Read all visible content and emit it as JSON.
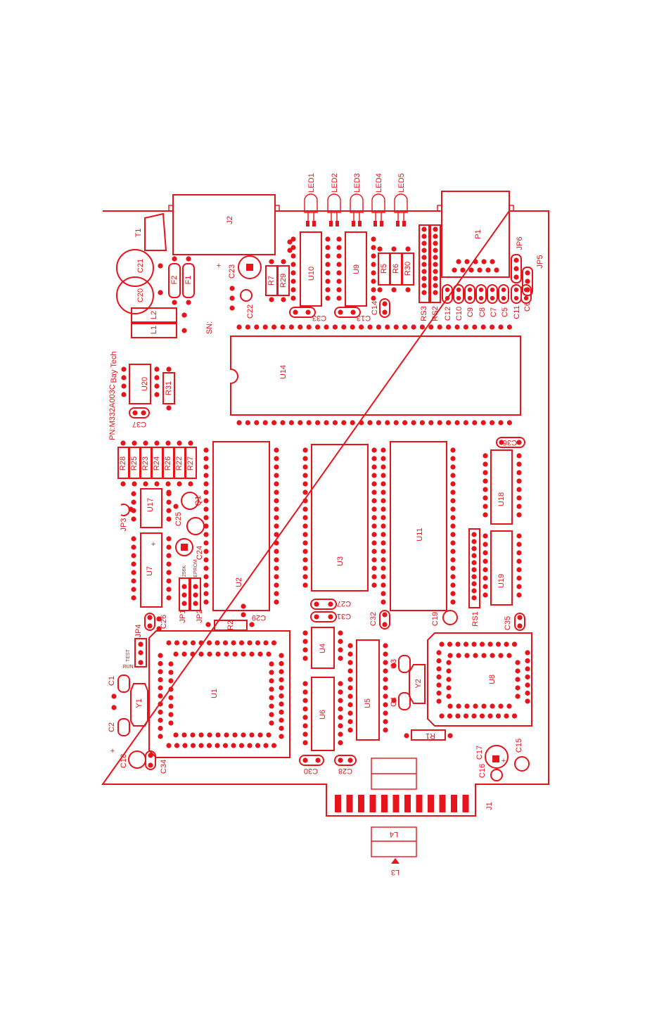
{
  "labels": {
    "T1": "T1",
    "J2": "J2",
    "LED1": "LED1",
    "LED2": "LED2",
    "LED3": "LED3",
    "LED4": "LED4",
    "LED5": "LED5",
    "P1": "P1",
    "JP6": "JP6",
    "JP5": "JP5",
    "C21": "C21",
    "C20": "C20",
    "F2": "F2",
    "F1": "F1",
    "C23": "C23",
    "C22": "C22",
    "R7": "R7",
    "R29": "R29",
    "U10": "U10",
    "U9": "U9",
    "R5": "R5",
    "R6": "R6",
    "R30": "R30",
    "RS3": "RS3",
    "RS2": "RS2",
    "C12": "C12",
    "C10": "C10",
    "C9": "C9",
    "C8": "C8",
    "C7": "C7",
    "C5": "C5",
    "C11": "C11",
    "C6": "C6",
    "C33": "C33",
    "C13": "C13",
    "C14": "C14",
    "L1": "L1",
    "L2": "L2",
    "SN": "SN:",
    "U14": "U14",
    "baytech": "Bay Tech",
    "pn": "PN:M332A003C",
    "U20": "U20",
    "R31": "R31",
    "C37": "C37",
    "R28": "R28",
    "R25": "R25",
    "R23": "R23",
    "R24": "R24",
    "R26": "R26",
    "R22": "R22",
    "R27": "R27",
    "U2": "U2",
    "U3": "U3",
    "U11": "U11",
    "C36": "C36",
    "U18": "U18",
    "U19": "U19",
    "RS1": "RS1",
    "U17": "U17",
    "JP3": "JP3",
    "Q1": "Q1",
    "C25": "C25",
    "U7": "U7",
    "C24": "C24",
    "sk": "256K",
    "eprom": "EPROM",
    "JP1": "JP1",
    "JP2": "JP2",
    "C29": "C29",
    "R2": "R2",
    "C26": "C26",
    "JP4": "JP4",
    "C27": "C27",
    "C31": "C31",
    "C32": "C32",
    "C19": "C19",
    "C35": "C35",
    "test": "TEST",
    "run": "RUN",
    "U1": "U1",
    "U4": "U4",
    "U5": "U5",
    "U6": "U6",
    "C3": "C3",
    "Y2": "Y2",
    "C4": "C4",
    "U8": "U8",
    "R1": "R1",
    "C1": "C1",
    "Y1": "Y1",
    "C2": "C2",
    "C18": "C18",
    "C34": "C34",
    "C30": "C30",
    "C28": "C28",
    "C17": "C17",
    "C16": "C16",
    "C15": "C15",
    "J1": "J1",
    "L4": "L4",
    "L3": "L3",
    "plus1": "+",
    "plus2": "+",
    "plus3": "+",
    "plus4": "+"
  },
  "colors": {
    "silkscreen": "#e8141b",
    "background": "#ffffff"
  }
}
